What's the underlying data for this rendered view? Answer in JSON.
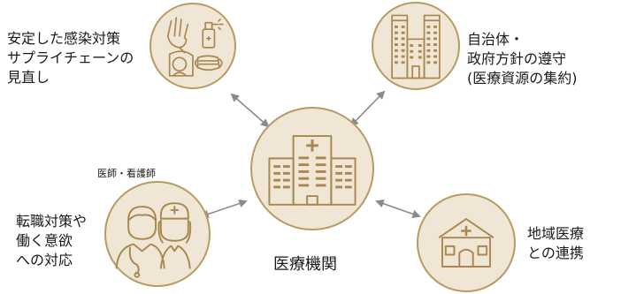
{
  "center": {
    "label": "医療機関"
  },
  "top_left": {
    "lines": [
      "安定した感染対策",
      "サプライチェーンの",
      "見直し"
    ]
  },
  "top_right": {
    "lines": [
      "自治体・",
      "政府方針の遵守",
      "(医療資源の集約)"
    ]
  },
  "bottom_left": {
    "header": "医師・看護師",
    "lines": [
      "転職対策や",
      "働く意欲",
      "への対応"
    ]
  },
  "bottom_right": {
    "lines": [
      "地域医療",
      "との連携"
    ]
  },
  "colors": {
    "accent": "#b99a62",
    "fill": "#efe6d6",
    "icon": "#a8884f",
    "arrow": "#8a8a8a"
  }
}
